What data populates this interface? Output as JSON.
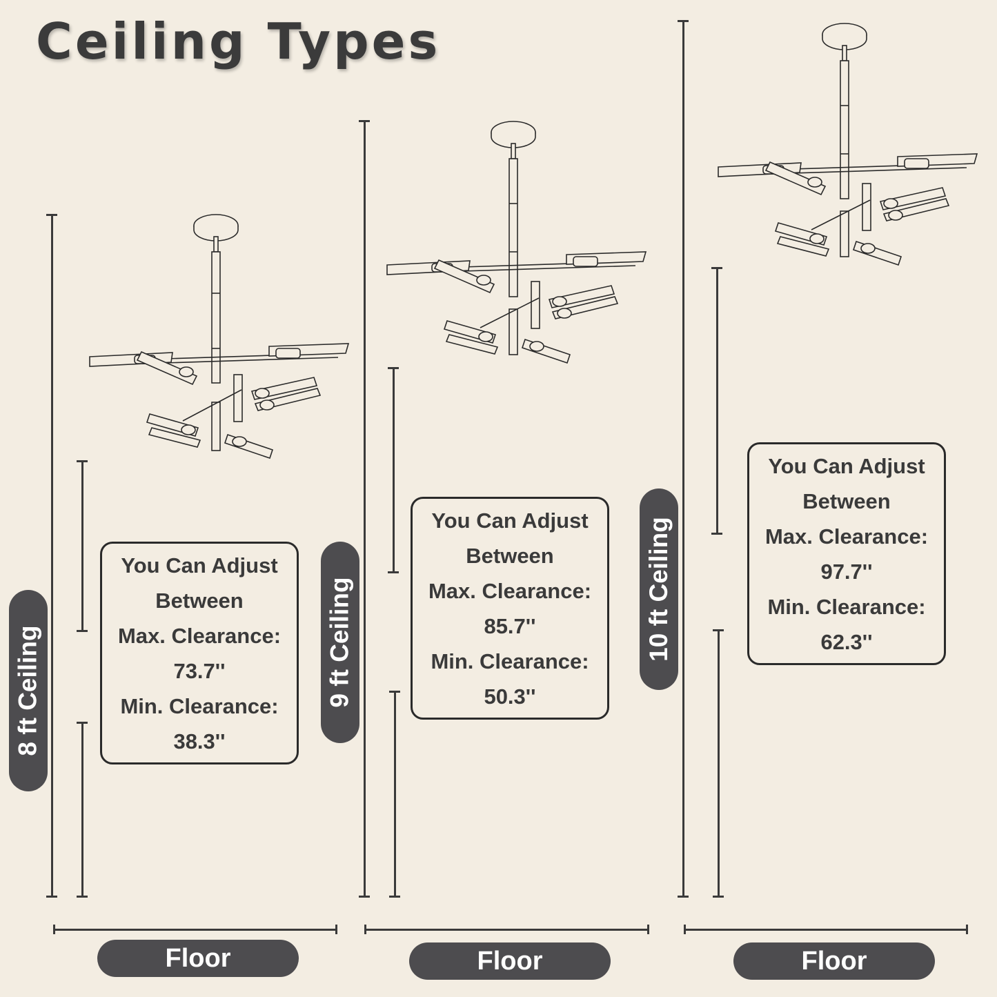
{
  "title": "Ceiling Types",
  "panels": [
    {
      "ceiling_label": "8 ft Ceiling",
      "floor_label": "Floor",
      "box": {
        "line1": "You Can Adjust",
        "line2": "Between",
        "max_label": "Max. Clearance:",
        "max_value": "73.7''",
        "min_label": "Min. Clearance:",
        "min_value": "38.3''"
      }
    },
    {
      "ceiling_label": "9 ft Ceiling",
      "floor_label": "Floor",
      "box": {
        "line1": "You Can Adjust",
        "line2": "Between",
        "max_label": "Max. Clearance:",
        "max_value": "85.7''",
        "min_label": "Min. Clearance:",
        "min_value": "50.3''"
      }
    },
    {
      "ceiling_label": "10 ft Ceiling",
      "floor_label": "Floor",
      "box": {
        "line1": "You Can Adjust",
        "line2": "Between",
        "max_label": "Max. Clearance:",
        "max_value": "97.7''",
        "min_label": "Min. Clearance:",
        "min_value": "62.3''"
      }
    }
  ],
  "colors": {
    "background": "#f3ede2",
    "pill": "#4d4c4f",
    "line": "#3a3a3a"
  }
}
